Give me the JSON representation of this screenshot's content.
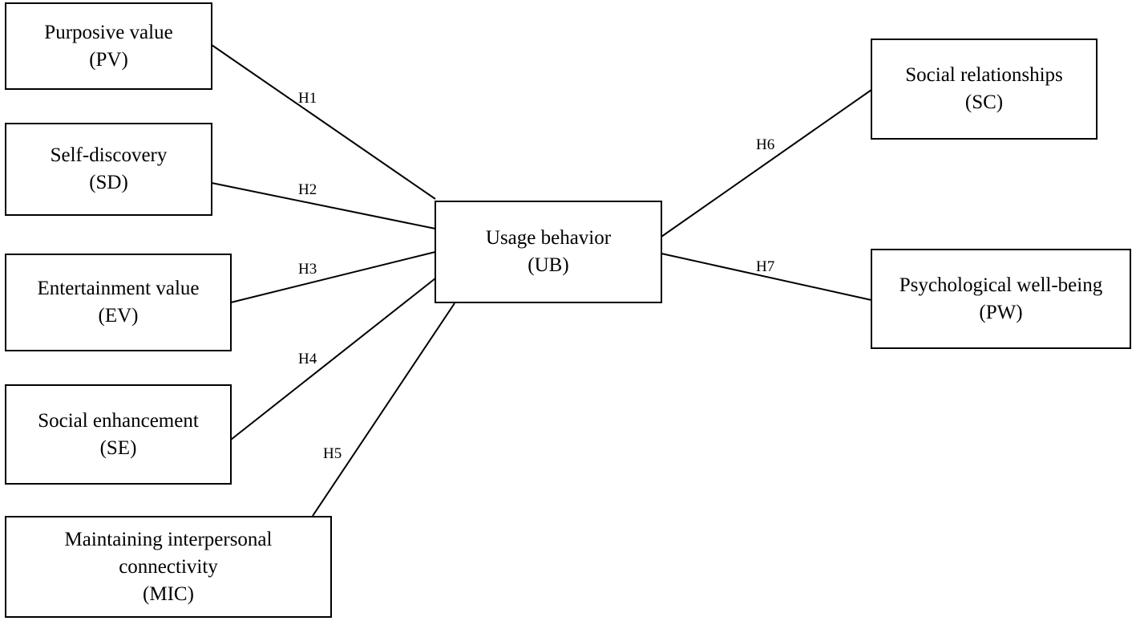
{
  "nodes": {
    "pv": {
      "line1": "Purposive value",
      "line2": "(PV)"
    },
    "sd": {
      "line1": "Self-discovery",
      "line2": "(SD)"
    },
    "ev": {
      "line1": "Entertainment value",
      "line2": "(EV)"
    },
    "se": {
      "line1": "Social enhancement",
      "line2": "(SE)"
    },
    "mic": {
      "line1": "Maintaining interpersonal",
      "line2": "connectivity",
      "line3": "(MIC)"
    },
    "ub": {
      "line1": "Usage behavior",
      "line2": "(UB)"
    },
    "sc": {
      "line1": "Social relationships",
      "line2": "(SC)"
    },
    "pw": {
      "line1": "Psychological well-being",
      "line2": "(PW)"
    }
  },
  "hypotheses": {
    "h1": "H1",
    "h2": "H2",
    "h3": "H3",
    "h4": "H4",
    "h5": "H5",
    "h6": "H6",
    "h7": "H7"
  }
}
